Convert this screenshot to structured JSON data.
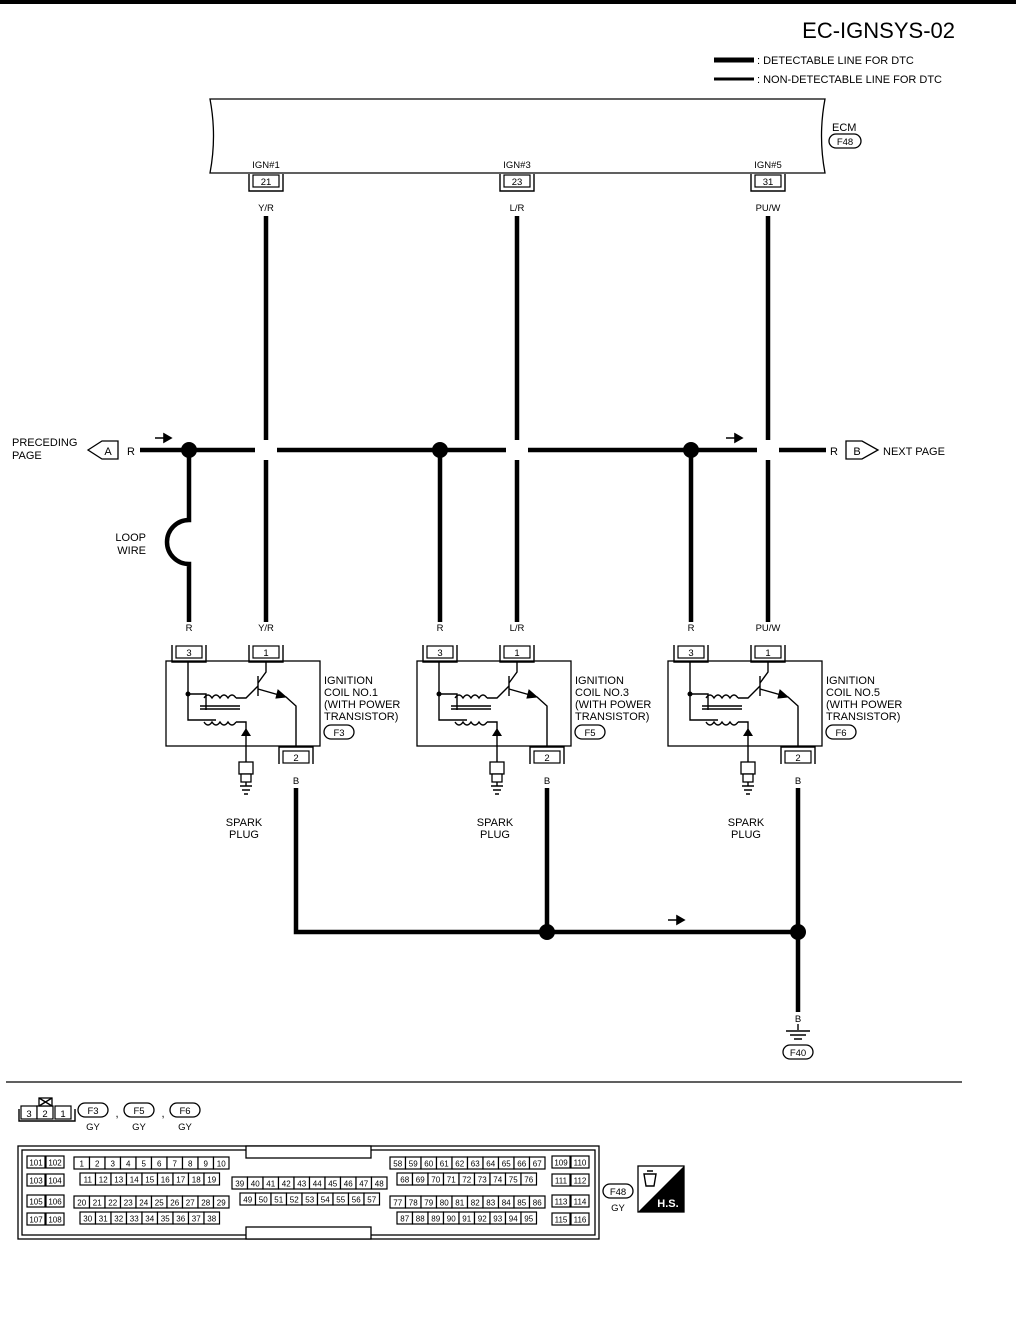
{
  "header": {
    "code": "EC-IGNSYS-02"
  },
  "legend": {
    "detectable": ": DETECTABLE LINE FOR DTC",
    "non_detectable": ": NON-DETECTABLE LINE FOR DTC"
  },
  "ecm": {
    "label": "ECM",
    "connector": "F48",
    "terminals": [
      {
        "name": "IGN#1",
        "pin": "21",
        "wire": "Y/R"
      },
      {
        "name": "IGN#3",
        "pin": "23",
        "wire": "L/R"
      },
      {
        "name": "IGN#5",
        "pin": "31",
        "wire": "PU/W"
      }
    ]
  },
  "bus": {
    "left_label": "PRECEDING PAGE",
    "left_label_lines": [
      "PRECEDING",
      "PAGE"
    ],
    "left_marker": "A",
    "right_label": "NEXT PAGE",
    "right_marker": "B",
    "wire_color": "R",
    "loop_wire_lines": [
      "LOOP",
      "WIRE"
    ]
  },
  "coils": [
    {
      "lines": [
        "IGNITION",
        "COIL NO.1",
        "(WITH POWER",
        "TRANSISTOR)"
      ],
      "connector": "F3",
      "pin_power": "3",
      "pin_signal": "1",
      "pin_ground": "2",
      "power_wire": "R",
      "signal_wire": "Y/R",
      "ground_wire": "B",
      "plug_lines": [
        "SPARK",
        "PLUG"
      ]
    },
    {
      "lines": [
        "IGNITION",
        "COIL NO.3",
        "(WITH POWER",
        "TRANSISTOR)"
      ],
      "connector": "F5",
      "pin_power": "3",
      "pin_signal": "1",
      "pin_ground": "2",
      "power_wire": "R",
      "signal_wire": "L/R",
      "ground_wire": "B",
      "plug_lines": [
        "SPARK",
        "PLUG"
      ]
    },
    {
      "lines": [
        "IGNITION",
        "COIL NO.5",
        "(WITH POWER",
        "TRANSISTOR)"
      ],
      "connector": "F6",
      "pin_power": "3",
      "pin_signal": "1",
      "pin_ground": "2",
      "power_wire": "R",
      "signal_wire": "PU/W",
      "ground_wire": "B",
      "plug_lines": [
        "SPARK",
        "PLUG"
      ]
    }
  ],
  "ground": {
    "wire": "B",
    "connector": "F40"
  },
  "connector_views": {
    "coil_connector_pins": [
      "3",
      "2",
      "1"
    ],
    "coil_connectors": [
      {
        "id": "F3",
        "color": "GY"
      },
      {
        "id": "F5",
        "color": "GY"
      },
      {
        "id": "F6",
        "color": "GY"
      }
    ],
    "separator": ",",
    "ecm_connector": {
      "id": "F48",
      "color": "GY"
    },
    "badge": "H.S."
  }
}
